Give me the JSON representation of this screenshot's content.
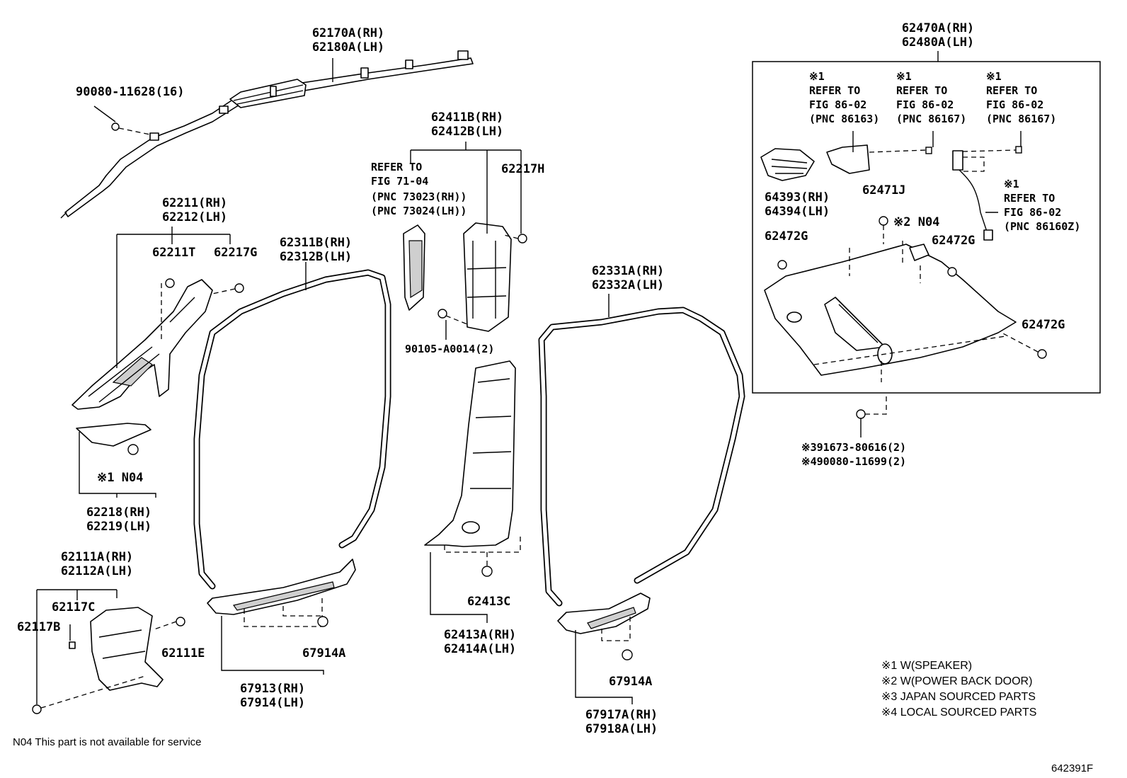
{
  "diagram_code": "642391F",
  "footnote": "N04 This part is not available for service",
  "legend": [
    "※1 W(SPEAKER)",
    "※2 W(POWER BACK DOOR)",
    "※3 JAPAN SOURCED PARTS",
    "※4 LOCAL SOURCED PARTS"
  ],
  "labels": {
    "airbag_rh": "62170A(RH)",
    "airbag_lh": "62180A(LH)",
    "airbag_screw": "90080-11628(16)",
    "a_pillar_rh": "62211(RH)",
    "a_pillar_lh": "62212(LH)",
    "a_pillar_clip_t": "62211T",
    "a_pillar_clip_g": "62217G",
    "a_pillar_cover_mark": "※1 N04",
    "a_pillar_cover_rh": "62218(RH)",
    "a_pillar_cover_lh": "62219(LH)",
    "cowl_rh": "62111A(RH)",
    "cowl_lh": "62112A(LH)",
    "cowl_clip_c": "62117C",
    "cowl_clip_b": "62117B",
    "cowl_clip_e": "62111E",
    "front_seal_rh": "62311B(RH)",
    "front_seal_lh": "62312B(LH)",
    "front_scuff_clip": "67914A",
    "front_scuff_rh": "67913(RH)",
    "front_scuff_lh": "67914(LH)",
    "b_pillar_upper_rh": "62411B(RH)",
    "b_pillar_upper_lh": "62412B(LH)",
    "refer_fig_71_04": "REFER TO\nFIG 71-04",
    "pnc_73023": "(PNC 73023(RH))",
    "pnc_73024": "(PNC 73024(LH))",
    "b_pillar_clip_h": "62217H",
    "b_pillar_screw": "90105-A0014(2)",
    "b_pillar_lower_clip": "62413C",
    "b_pillar_lower_rh": "62413A(RH)",
    "b_pillar_lower_lh": "62414A(LH)",
    "rear_seal_rh": "62331A(RH)",
    "rear_seal_lh": "62332A(LH)",
    "rear_scuff_clip": "67914A",
    "rear_scuff_rh": "67917A(RH)",
    "rear_scuff_lh": "67918A(LH)",
    "quarter_rh": "62470A(RH)",
    "quarter_lh": "62480A(LH)",
    "ref_86163": "※1\nREFER TO\nFIG 86-02\n(PNC 86163)",
    "ref_86167_a": "※1\nREFER TO\nFIG 86-02\n(PNC 86167)",
    "ref_86167_b": "※1\nREFER TO\nFIG 86-02\n(PNC 86167)",
    "speaker_grille_rh": "64393(RH)",
    "speaker_grille_lh": "64394(LH)",
    "quarter_clip_j": "62471J",
    "quarter_mark_2": "※2 N04",
    "quarter_clip_g1": "62472G",
    "quarter_clip_g2": "62472G",
    "quarter_clip_g3": "62472G",
    "ref_86160z": "※1\nREFER TO\nFIG 86-02\n(PNC 86160Z)",
    "quarter_screw_3": "※391673-80616(2)",
    "quarter_screw_4": "※490080-11699(2)"
  }
}
